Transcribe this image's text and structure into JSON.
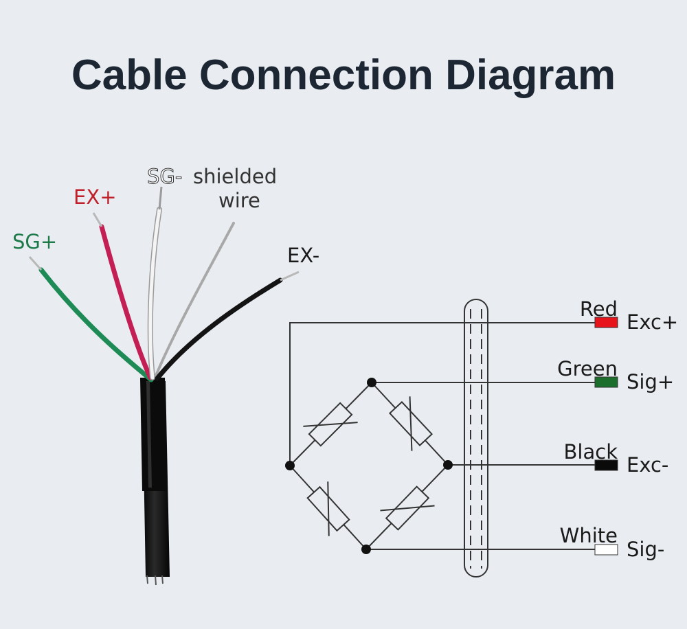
{
  "title": "Cable Connection Diagram",
  "cable_labels": {
    "sg_plus": "SG+",
    "ex_plus": "EX+",
    "sg_minus": "SG-",
    "shielded_line1": "shielded",
    "shielded_line2": "wire",
    "ex_minus": "EX-"
  },
  "connections": [
    {
      "color_name": "Red",
      "signal": "Exc+",
      "swatch": "#e8141c"
    },
    {
      "color_name": "Green",
      "signal": "Sig+",
      "swatch": "#1c6e2c"
    },
    {
      "color_name": "Black",
      "signal": "Exc-",
      "swatch": "#0a0a0a"
    },
    {
      "color_name": "White",
      "signal": "Sig-",
      "swatch": "#ffffff"
    }
  ],
  "colors": {
    "title": "#1d2734",
    "sg_plus_label": "#1f7a4a",
    "ex_plus_label": "#c0202a",
    "green_wire": "#1e8a55",
    "red_wire": "#c41f55",
    "white_wire": "#f4f4f4",
    "black_wire": "#141414"
  },
  "icons": [
    "load-cell-cable",
    "wheatstone-bridge",
    "strain-gauge-resistor",
    "shield-sleeve"
  ]
}
